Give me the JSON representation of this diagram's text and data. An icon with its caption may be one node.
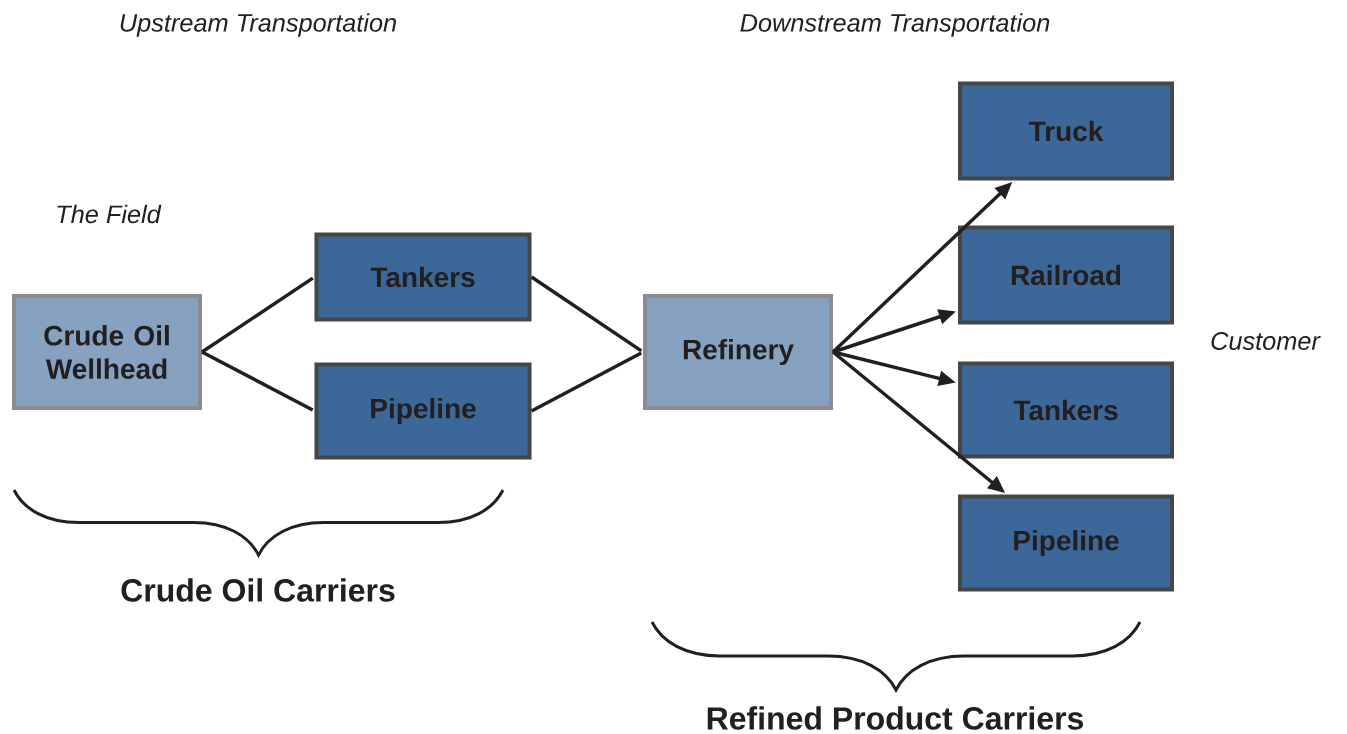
{
  "diagram": {
    "nodes": [
      {
        "text": [
          "Crude Oil Wellhead"
        ]
      },
      {
        "text": [
          "Tankers"
        ]
      },
      {
        "text": [
          "Pipeline"
        ]
      },
      {
        "text": [
          "Refinery"
        ]
      },
      {
        "text": [
          "Truck"
        ]
      },
      {
        "text": [
          "Railroad"
        ]
      },
      {
        "text": [
          "Tankers"
        ]
      },
      {
        "text": [
          "Pipeline"
        ]
      }
    ],
    "edges": [
      {
        "from": 0,
        "to": 1,
        "arrow": "none"
      },
      {
        "from": 0,
        "to": 2,
        "arrow": "none"
      },
      {
        "from": 1,
        "to": 3,
        "arrow": "none"
      },
      {
        "from": 2,
        "to": 3,
        "arrow": "none"
      },
      {
        "from": 3,
        "to": 4,
        "arrow": "to"
      },
      {
        "from": 3,
        "to": 5,
        "arrow": "to"
      },
      {
        "from": 3,
        "to": 6,
        "arrow": "to"
      },
      {
        "from": 3,
        "to": 7,
        "arrow": "to"
      }
    ],
    "labels": [
      "Upstream Transportation",
      "Downstream Transportation",
      "The Field",
      "Customer",
      "Crude Oil Carriers",
      "Refined Product Carriers"
    ]
  }
}
